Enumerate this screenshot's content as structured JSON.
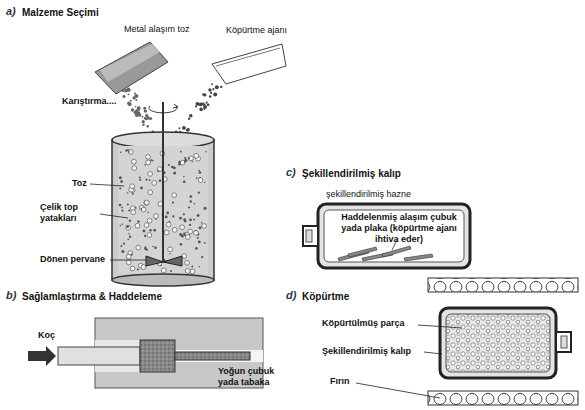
{
  "diagram": {
    "labels": [
      "a)",
      "Malzeme Seçimi",
      "Metal alaşım toz",
      "Köpürtme ajanı",
      "Karıştırma....",
      "Toz",
      "Çelik top yatakları",
      "Dönen pervane",
      "b)",
      "Sağlamlaştırma & Haddeleme",
      "Koç",
      "Yoğun çubuk yada tabaka",
      "c)",
      "Şekillendirilmiş kalıp",
      "şekillendirilmiş hazne",
      "Haddelenmiş alaşım çubuk yada plaka (köpürtme ajanı ihtiva eder)",
      "d)",
      "Köpürtme",
      "Köpürtülmüş parça",
      "Şekillendirilmiş kalıp",
      "Fırın"
    ]
  }
}
